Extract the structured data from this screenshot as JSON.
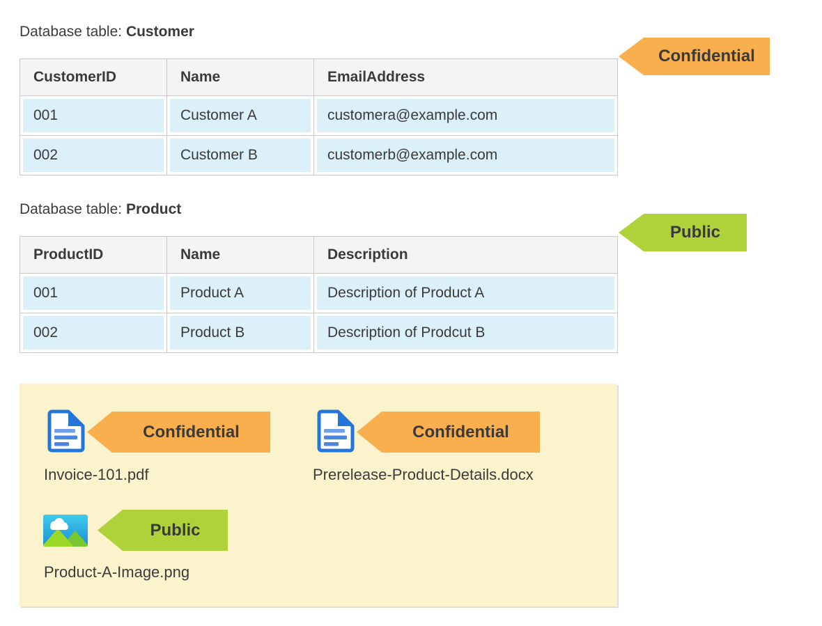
{
  "colors": {
    "confidential_orange": "#F9AF4D",
    "public_green": "#AFD23A",
    "table_row_blue": "#DCF0F9",
    "table_header_gray": "#F4F4F4",
    "panel_yellow": "#FBF3CC",
    "doc_icon_blue": "#2476D8",
    "text_dark": "#3A3A3A"
  },
  "tables": [
    {
      "caption_prefix": "Database table: ",
      "caption_name": "Customer",
      "tag": {
        "label": "Confidential",
        "type": "confidential"
      },
      "columns": [
        "CustomerID",
        "Name",
        "EmailAddress"
      ],
      "rows": [
        [
          "001",
          "Customer A",
          "customera@example.com"
        ],
        [
          "002",
          "Customer B",
          "customerb@example.com"
        ]
      ]
    },
    {
      "caption_prefix": "Database table: ",
      "caption_name": "Product",
      "tag": {
        "label": "Public",
        "type": "public"
      },
      "columns": [
        "ProductID",
        "Name",
        "Description"
      ],
      "rows": [
        [
          "001",
          "Product A",
          "Description of Product A"
        ],
        [
          "002",
          "Product B",
          "Description of Prodcut B"
        ]
      ]
    }
  ],
  "files": [
    {
      "name": "Invoice-101.pdf",
      "icon": "document-icon",
      "tag": {
        "label": "Confidential",
        "type": "confidential"
      }
    },
    {
      "name": "Prerelease-Product-Details.docx",
      "icon": "document-icon",
      "tag": {
        "label": "Confidential",
        "type": "confidential"
      }
    },
    {
      "name": "Product-A-Image.png",
      "icon": "image-icon",
      "tag": {
        "label": "Public",
        "type": "public"
      }
    }
  ]
}
